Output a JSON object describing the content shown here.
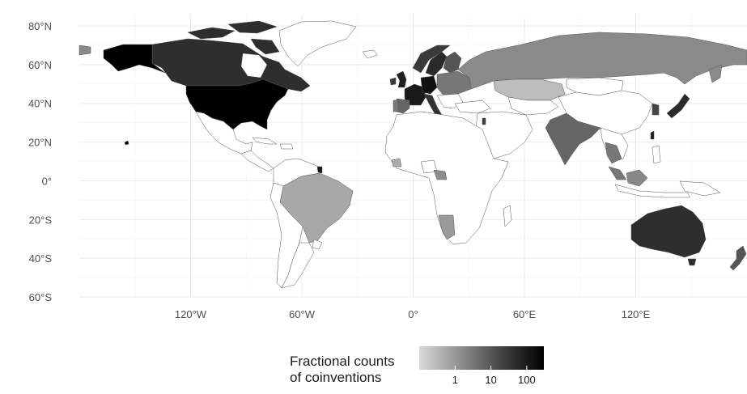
{
  "map": {
    "projection": "equirectangular",
    "lon_range": [
      -180,
      180
    ],
    "lat_range": [
      -60,
      80
    ],
    "y_ticks": [
      {
        "value": 80,
        "label": "80°N"
      },
      {
        "value": 60,
        "label": "60°N"
      },
      {
        "value": 40,
        "label": "40°N"
      },
      {
        "value": 20,
        "label": "20°N"
      },
      {
        "value": 0,
        "label": "0°"
      },
      {
        "value": -20,
        "label": "20°S"
      },
      {
        "value": -40,
        "label": "40°S"
      },
      {
        "value": -60,
        "label": "60°S"
      }
    ],
    "x_ticks": [
      {
        "value": -120,
        "label": "120°W"
      },
      {
        "value": -60,
        "label": "60°W"
      },
      {
        "value": 0,
        "label": "0°"
      },
      {
        "value": 60,
        "label": "60°E"
      },
      {
        "value": 120,
        "label": "120°E"
      }
    ],
    "colors": {
      "background": "#ffffff",
      "grid": "#ebebeb",
      "no_data": "#ffffff",
      "border": "#555555",
      "scale_low": "#d9d9d9",
      "scale_high": "#000000"
    }
  },
  "legend": {
    "title_line1": "Fractional counts",
    "title_line2": "of coinventions",
    "scale": "log10",
    "range": [
      0.1,
      300
    ],
    "ticks": [
      {
        "value": 1,
        "label": "1"
      },
      {
        "value": 10,
        "label": "10"
      },
      {
        "value": 100,
        "label": "100"
      }
    ]
  }
}
